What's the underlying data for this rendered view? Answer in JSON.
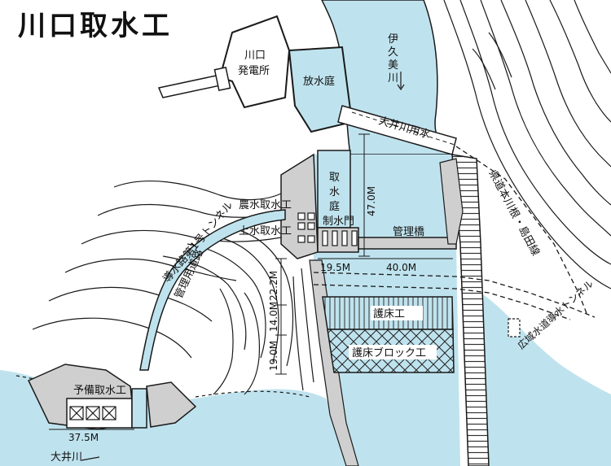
{
  "title": "川口取水工",
  "labels": {
    "power_station_line1": "川口",
    "power_station_line2": "発電所",
    "discharge_basin": "放水庭",
    "river_ikumi": "伊久美川",
    "canal": "大井川用水",
    "intake_basin": "取水庭",
    "gate": "制水門",
    "agri_intake": "農水取水工",
    "water_intake": "上水取水工",
    "tunnel_main": "導水路第1号トンネル",
    "mgmt_road": "管理用道路",
    "mgmt_bridge": "管理橋",
    "apron": "護床工",
    "apron_block": "護床ブロック工",
    "spare_intake": "予備取水工",
    "river_oi": "大井川",
    "prefectural_road": "県道本川根・島田線",
    "wide_area_tunnel": "広域水道導水トンネル"
  },
  "dimensions": {
    "d_47": "47.0M",
    "d_19_5": "19.5M",
    "d_40": "40.0M",
    "d_22_2": "22.2M",
    "d_14": "14.0M",
    "d_19": "19.0M",
    "d_37_5": "37.5M"
  },
  "colors": {
    "water": "#bfe3ee",
    "structure": "#cfcfcf",
    "line": "#1a1a1a",
    "background": "#ffffff"
  }
}
